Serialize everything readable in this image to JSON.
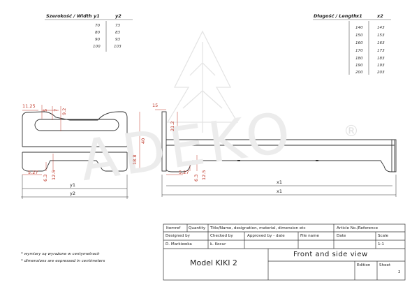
{
  "width_table": {
    "header": "Szerokość / Width",
    "col_y1": "y1",
    "col_y2": "y2",
    "rows": [
      {
        "width": "70",
        "y2": "73"
      },
      {
        "width": "80",
        "y2": "83"
      },
      {
        "width": "90",
        "y2": "93"
      },
      {
        "width": "100",
        "y2": "103"
      }
    ]
  },
  "length_table": {
    "header": "Długość / Length",
    "col_x1": "x1",
    "col_x2": "x2",
    "rows": [
      {
        "x1": "140",
        "x2": "143"
      },
      {
        "x1": "150",
        "x2": "153"
      },
      {
        "x1": "160",
        "x2": "163"
      },
      {
        "x1": "170",
        "x2": "173"
      },
      {
        "x1": "180",
        "x2": "183"
      },
      {
        "x1": "190",
        "x2": "193"
      },
      {
        "x1": "200",
        "x2": "203"
      }
    ]
  },
  "front_view": {
    "dim_11_25": "11.25",
    "dim_5": "5",
    "dim_7": "7",
    "dim_9_2": "9.2",
    "dim_40": "40",
    "dim_18_8": "18.8",
    "dim_5_27": "5.27",
    "dim_6_3": "6.3",
    "dim_12_5": "12.5",
    "dim_y1": "y1",
    "dim_y2": "y2"
  },
  "side_view": {
    "dim_15": "15",
    "dim_21_2": "21.2",
    "dim_5_27": "5.27",
    "dim_6_3": "6.3",
    "dim_12_5": "12.5",
    "dim_x1_inner": "x1",
    "dim_x1_outer": "x1"
  },
  "watermark": {
    "text": "ADEKO",
    "registered": "®"
  },
  "notes": {
    "note_pl": "* wymiary są wyrażone w centymetrach",
    "note_en": "* dimensions are expressed in centimeters"
  },
  "title_block": {
    "itemref": "Itemref",
    "quantity": "Quantity",
    "title_label": "Title/Name, designation, material, dimension etc",
    "article_label": "Article No./Reference",
    "designed_by_label": "Designed by",
    "designed_by": "D. Markiewka",
    "checked_by_label": "Checked by",
    "checked_by": "Ł. Kocur",
    "approved_label": "Approved by - date",
    "file_name_label": "File name",
    "date_label": "Date",
    "scale_label": "Scale",
    "scale_value": "1:1",
    "model": "Model KIKI 2",
    "view_title": "Front and side view",
    "edition_label": "Edition",
    "sheet_label": "Sheet",
    "sheet_value": "2"
  }
}
